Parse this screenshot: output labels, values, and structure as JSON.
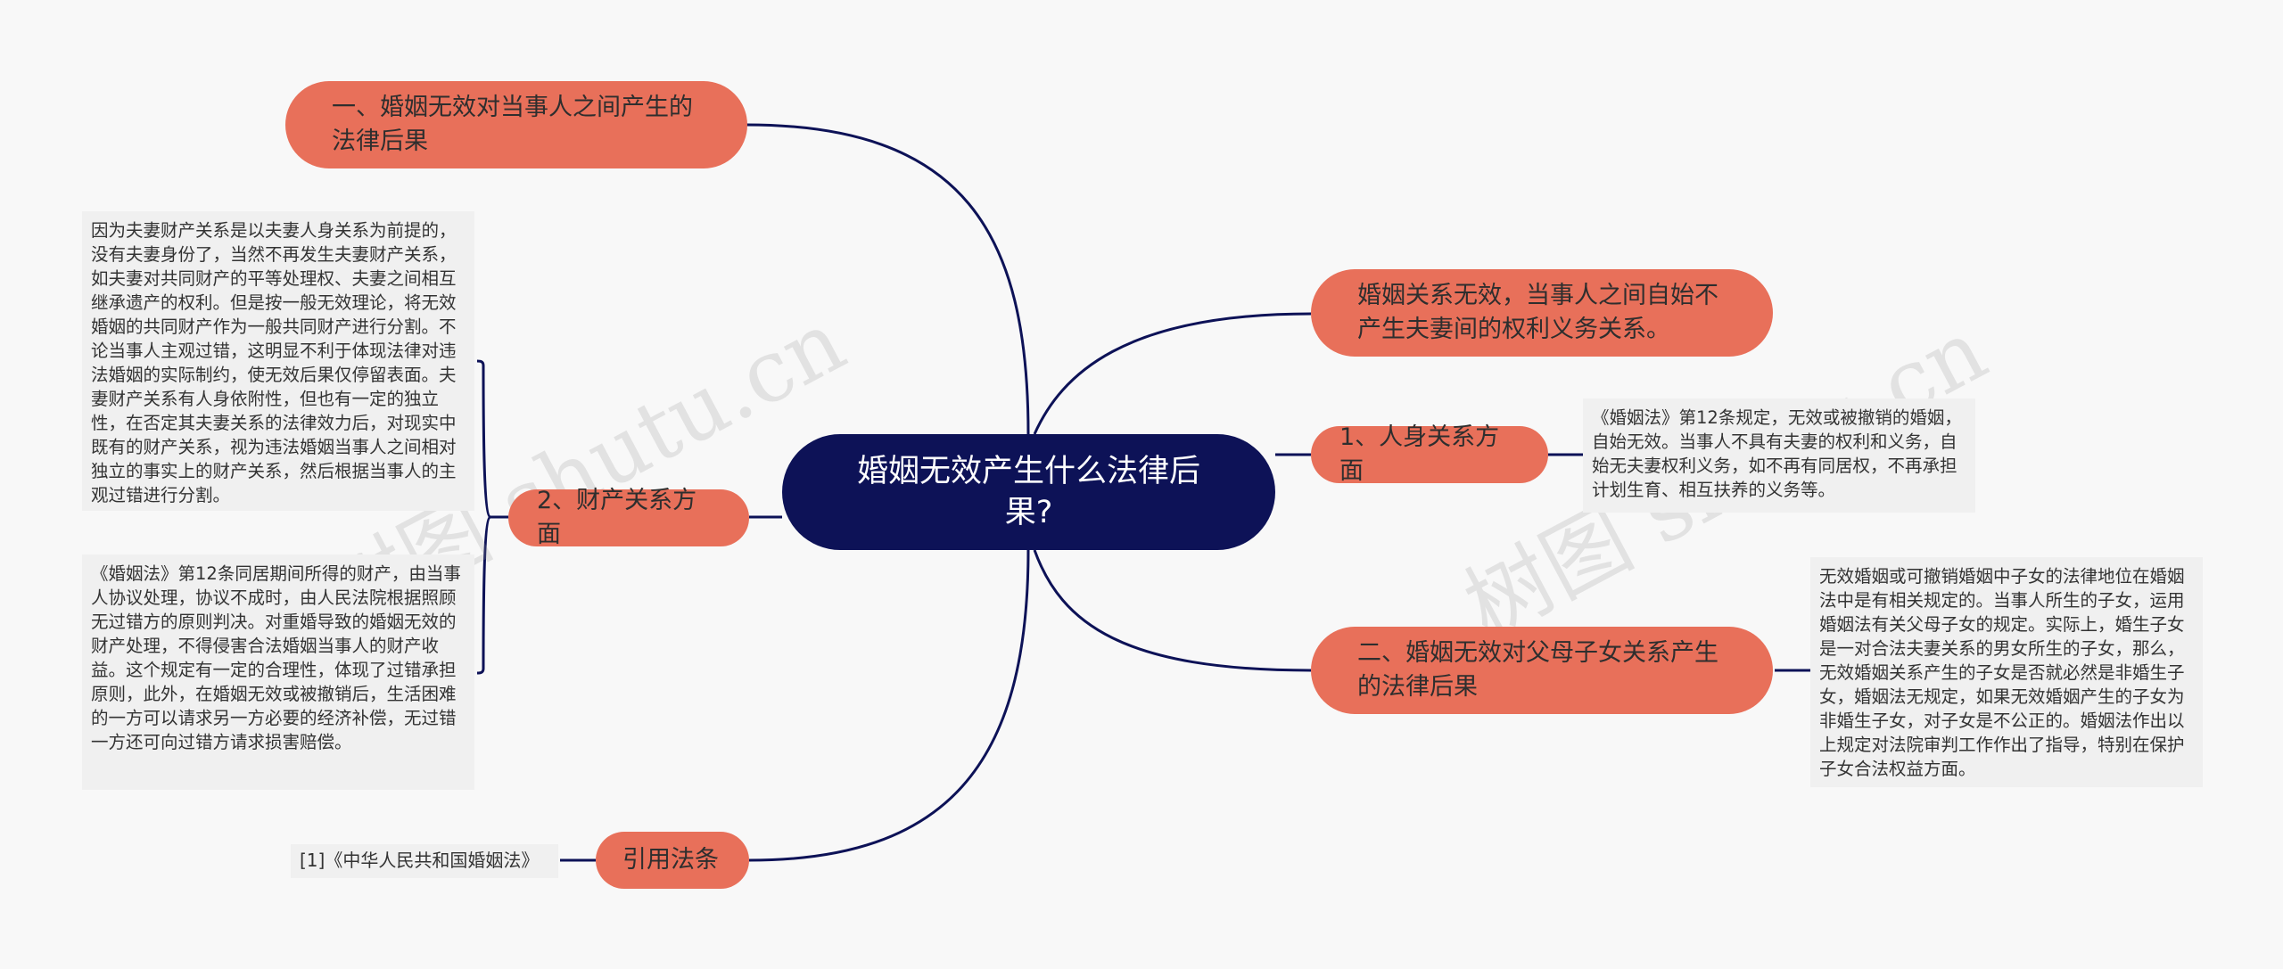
{
  "root": {
    "title": "婚姻无效产生什么法律后果?"
  },
  "branches": {
    "b1": "一、婚姻无效对当事人之间产生的法律后果",
    "b2": "婚姻关系无效，当事人之间自始不产生夫妻间的权利义务关系。",
    "b3": "1、人身关系方面",
    "b4": "2、财产关系方面",
    "b5": "二、婚姻无效对父母子女关系产生的法律后果",
    "b6": "引用法条"
  },
  "notes": {
    "n1": "因为夫妻财产关系是以夫妻人身关系为前提的，没有夫妻身份了，当然不再发生夫妻财产关系，如夫妻对共同财产的平等处理权、夫妻之间相互继承遗产的权利。但是按一般无效理论，将无效婚姻的共同财产作为一般共同财产进行分割。不论当事人主观过错，这明显不利于体现法律对违法婚姻的实际制约，使无效后果仅停留表面。夫妻财产关系有人身依附性，但也有一定的独立性，在否定其夫妻关系的法律效力后，对现实中既有的财产关系，视为违法婚姻当事人之间相对独立的事实上的财产关系，然后根据当事人的主观过错进行分割。",
    "n2": "《婚姻法》第12条同居期间所得的财产，由当事人协议处理，协议不成时，由人民法院根据照顾无过错方的原则判决。对重婚导致的婚姻无效的财产处理，不得侵害合法婚姻当事人的财产收益。这个规定有一定的合理性，体现了过错承担原则，此外，在婚姻无效或被撤销后，生活困难的一方可以请求另一方必要的经济补偿，无过错一方还可向过错方请求损害赔偿。",
    "n3": "《婚姻法》第12条规定，无效或被撤销的婚姻，自始无效。当事人不具有夫妻的权利和义务，自始无夫妻权利义务，如不再有同居权，不再承担计划生育、相互扶养的义务等。",
    "n4": "无效婚姻或可撤销婚姻中子女的法律地位在婚姻法中是有相关规定的。当事人所生的子女，运用婚姻法有关父母子女的规定。实际上，婚生子女是一对合法夫妻关系的男女所生的子女，那么，无效婚姻关系产生的子女是否就必然是非婚生子女，婚姻法无规定，如果无效婚姻产生的子女为非婚生子女，对子女是不公正的。婚姻法作出以上规定对法院审判工作作出了指导，特别在保护子女合法权益方面。",
    "n5": "[1]《中华人民共和国婚姻法》"
  },
  "watermarks": [
    "树图 shutu.cn",
    "树图 shutu.cn"
  ],
  "colors": {
    "root": "#0d1257",
    "branch": "#e8705a",
    "line": "#0d1257",
    "note_bg": "#f0f0f0"
  }
}
